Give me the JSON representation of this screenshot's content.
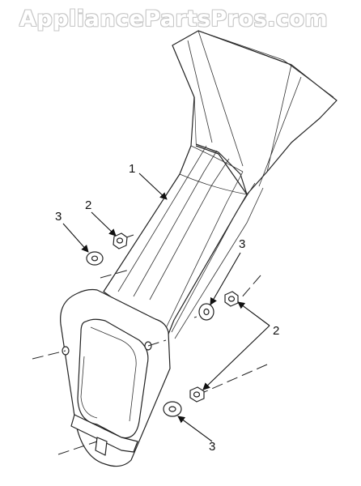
{
  "watermark": "AppliancePartsPros.com",
  "callouts": {
    "part_1": "1",
    "part_2_upper": "2",
    "part_2_lower": "2",
    "part_3_left": "3",
    "part_3_right": "3",
    "part_3_bottom": "3"
  }
}
